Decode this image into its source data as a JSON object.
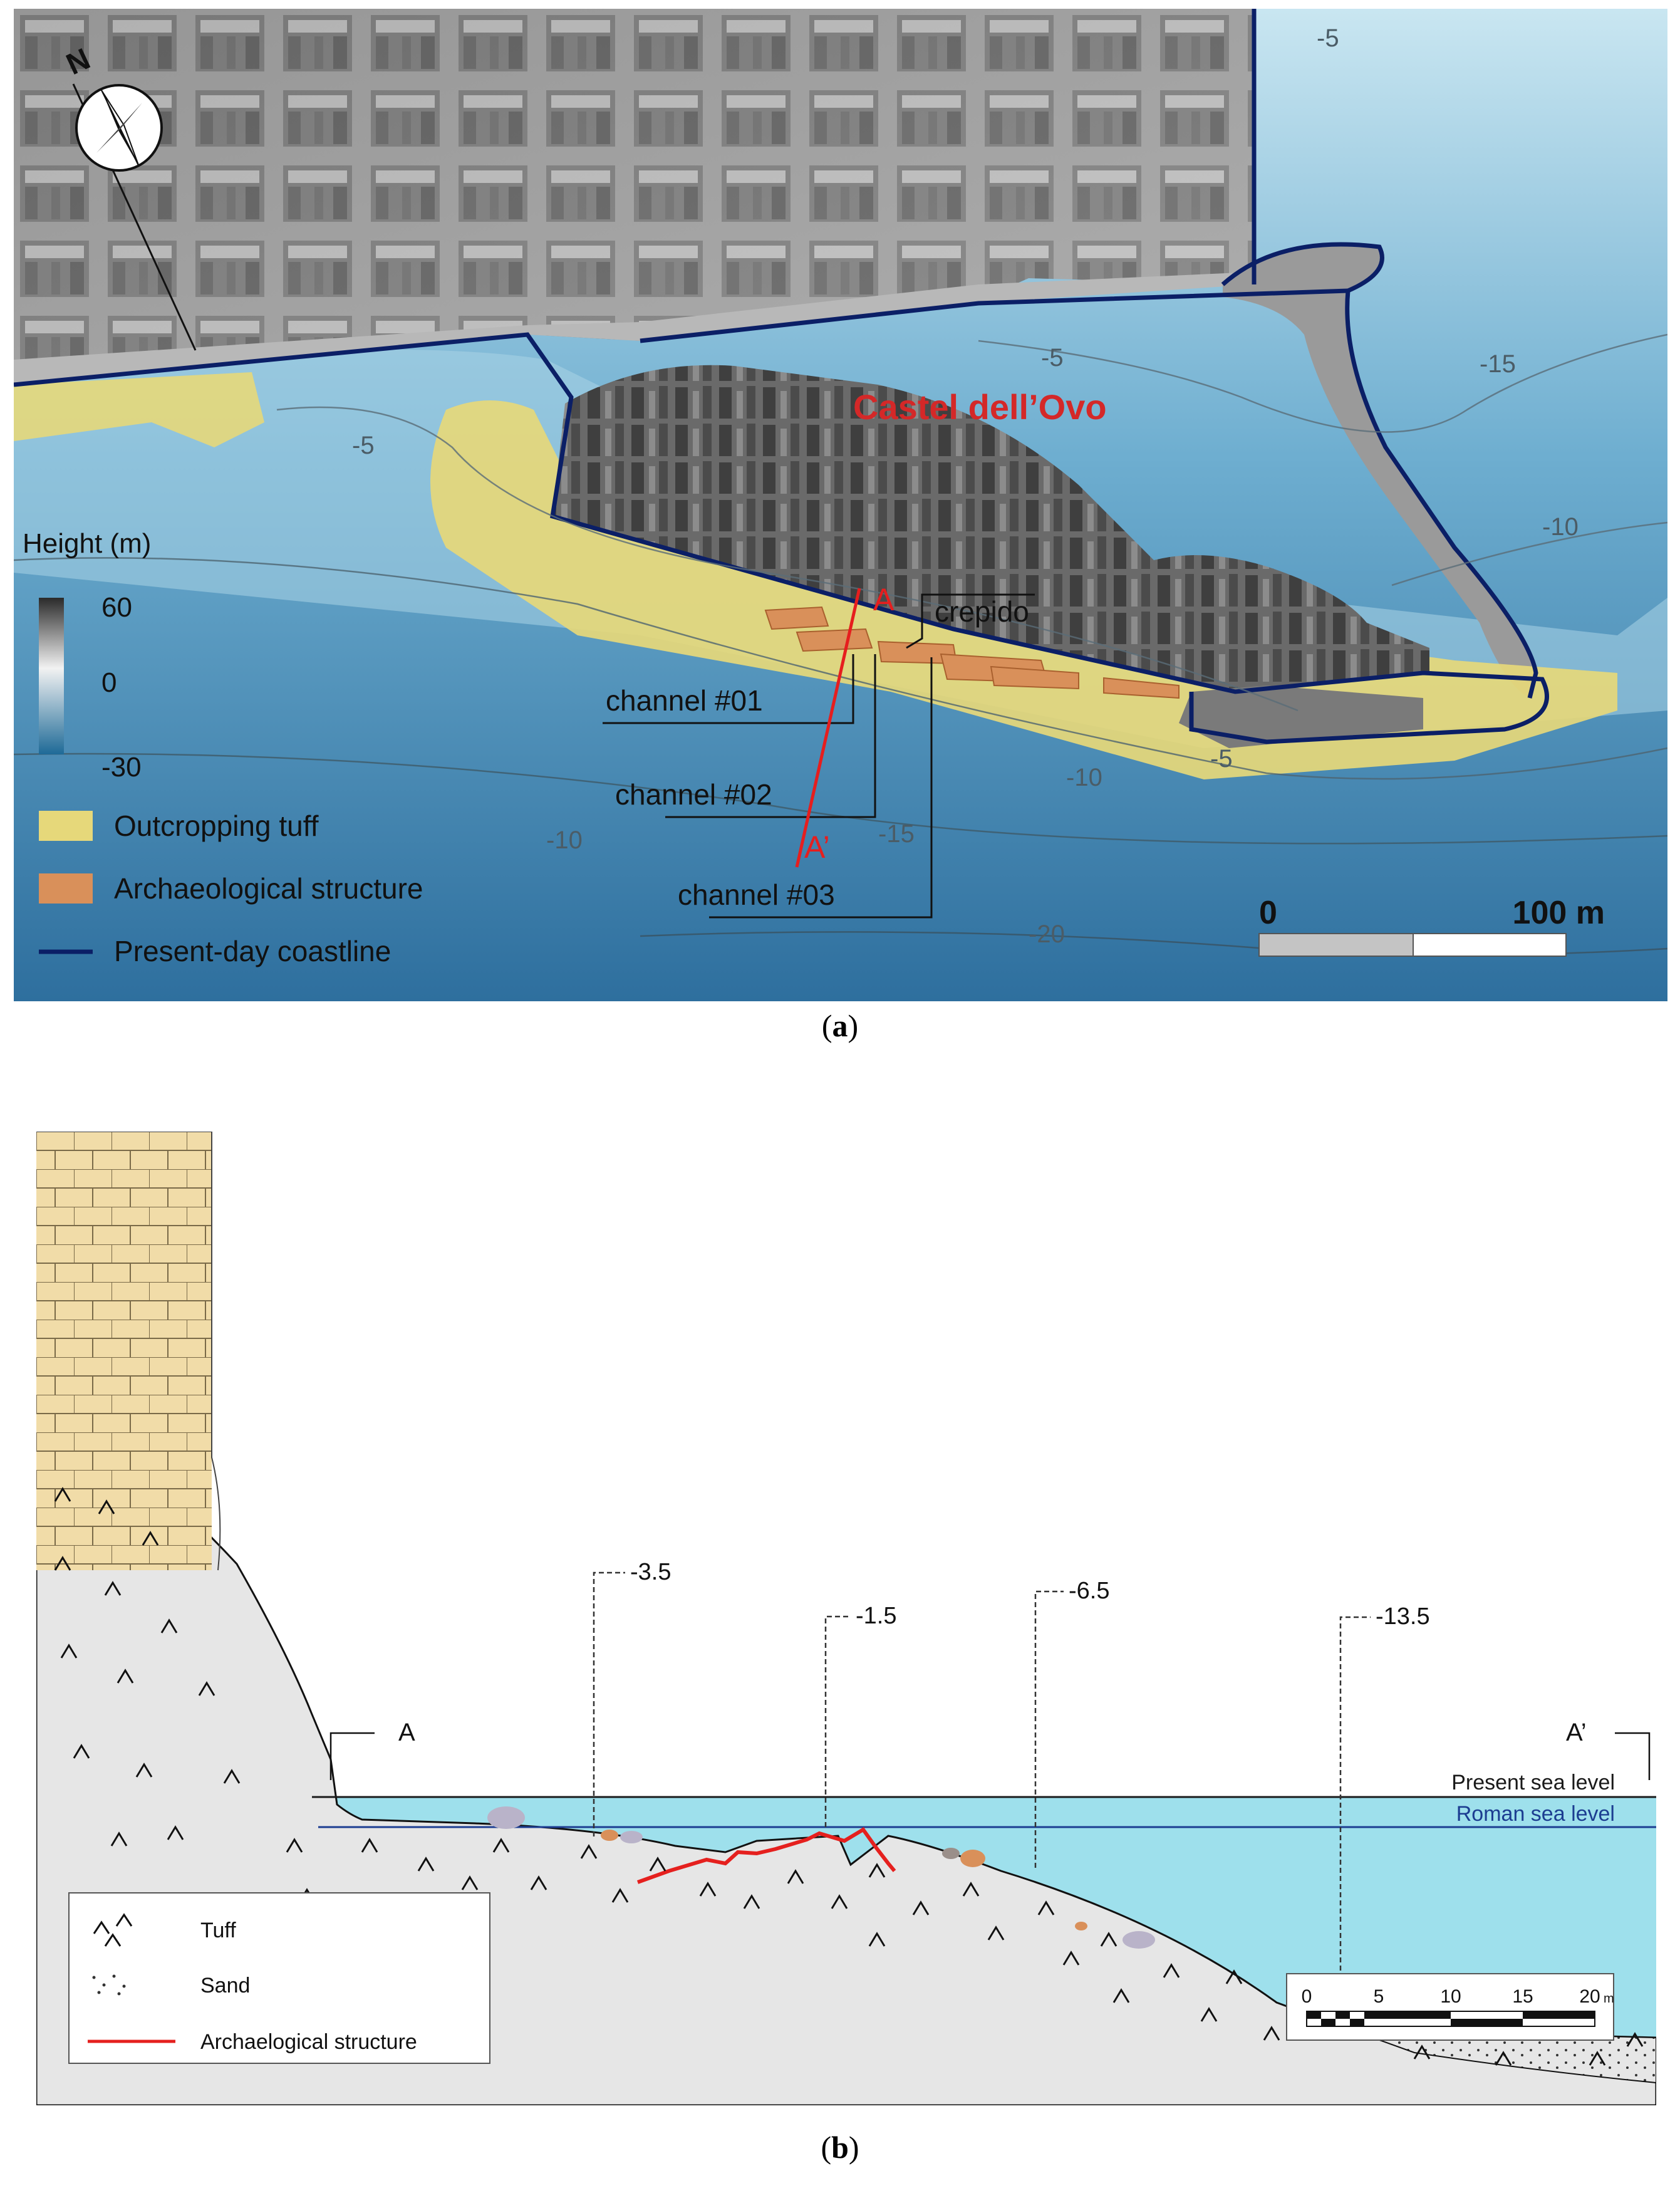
{
  "panel_a": {
    "north_label": "N",
    "castle_label": "Castel dell’Ovo",
    "section_start": "A",
    "section_end": "A’",
    "crepido_label": "crepido",
    "channels": [
      "channel #01",
      "channel #02",
      "channel #03"
    ],
    "contours": [
      "-5",
      "-5",
      "-5",
      "-5",
      "-10",
      "-10",
      "-10",
      "-15",
      "-15",
      "-20"
    ],
    "legend": {
      "title": "Height (m)",
      "ticks": [
        "60",
        "0",
        "-30"
      ],
      "items": [
        "Outcropping tuff",
        "Archaeological structure",
        "Present-day coastline"
      ]
    },
    "scale": {
      "start": "0",
      "end": "100 m"
    },
    "colors": {
      "tuff": "#e6d87a",
      "archaeology": "#d9905a",
      "coastline": "#0b1f66",
      "label_red": "#d42828"
    }
  },
  "caption_a": {
    "letter": "a"
  },
  "panel_b": {
    "section_start": "A",
    "section_end": "A’",
    "depths": [
      "-3.5",
      "-1.5",
      "-6.5",
      "-13.5"
    ],
    "present_sea_level": "Present sea level",
    "roman_sea_level": "Roman sea level",
    "legend": {
      "items": [
        "Tuff",
        "Sand",
        "Archaelogical structure"
      ]
    },
    "scale": {
      "ticks": [
        "0",
        "5",
        "10",
        "15",
        "20"
      ],
      "unit": "m"
    },
    "colors": {
      "water": "#9ee0ec",
      "ground": "#e6e6e6",
      "wall": "#f1dca8",
      "archaeology": "#e5201e",
      "roman_line": "#1c3d91"
    }
  },
  "caption_b": {
    "letter": "b"
  }
}
